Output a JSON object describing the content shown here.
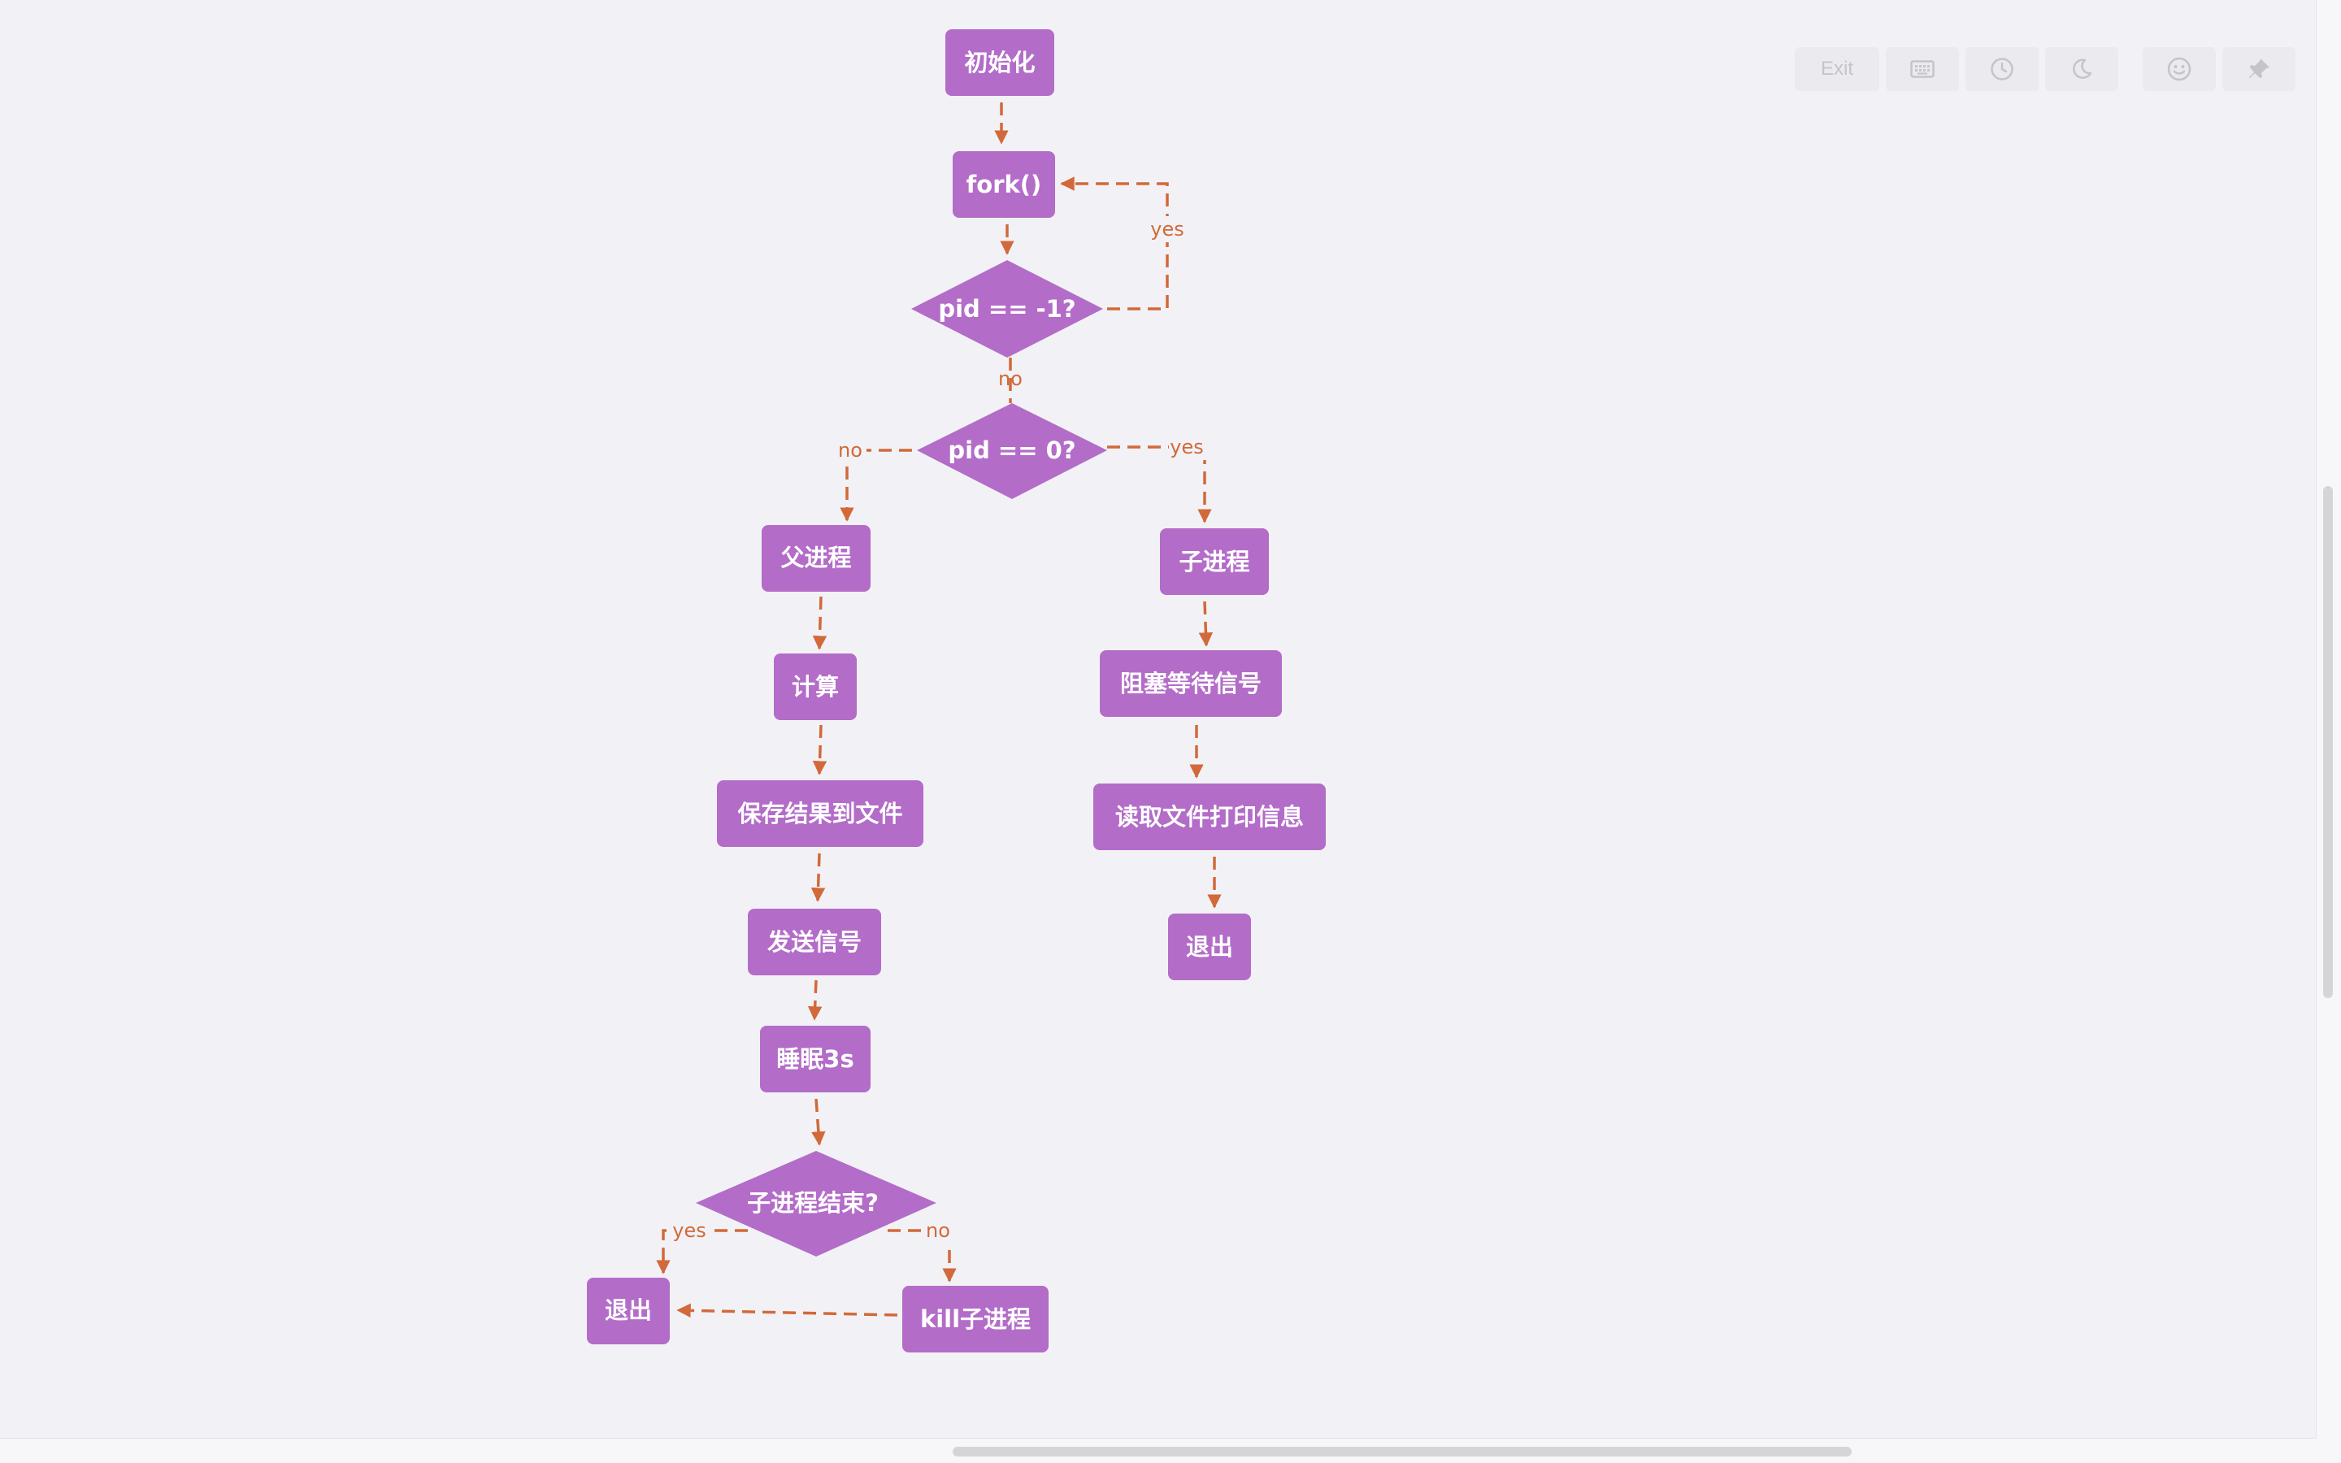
{
  "toolbar": {
    "exit_label": "Exit",
    "icons": [
      "keyboard-icon",
      "clock-icon",
      "moon-icon",
      "smiley-icon",
      "pin-icon"
    ]
  },
  "flowchart": {
    "nodes": {
      "init": "初始化",
      "fork": "fork()",
      "pid_check_fail": "pid == -1?",
      "pid_check_child": "pid == 0?",
      "parent": "父进程",
      "compute": "计算",
      "save": "保存结果到文件",
      "send_signal": "发送信号",
      "sleep": "睡眠3s",
      "child_done": "子进程结束?",
      "exit_parent": "退出",
      "kill_child": "kill子进程",
      "child": "子进程",
      "wait_signal": "阻塞等待信号",
      "read_print": "读取文件打印信息",
      "exit_child": "退出"
    },
    "edge_labels": {
      "fail_yes": "yes",
      "fail_no": "no",
      "child_no": "no",
      "child_yes": "yes",
      "done_yes": "yes",
      "done_no": "no"
    }
  },
  "colors": {
    "node": "#b36cc8",
    "edge": "#d2693a",
    "background": "#f2f2f6"
  }
}
